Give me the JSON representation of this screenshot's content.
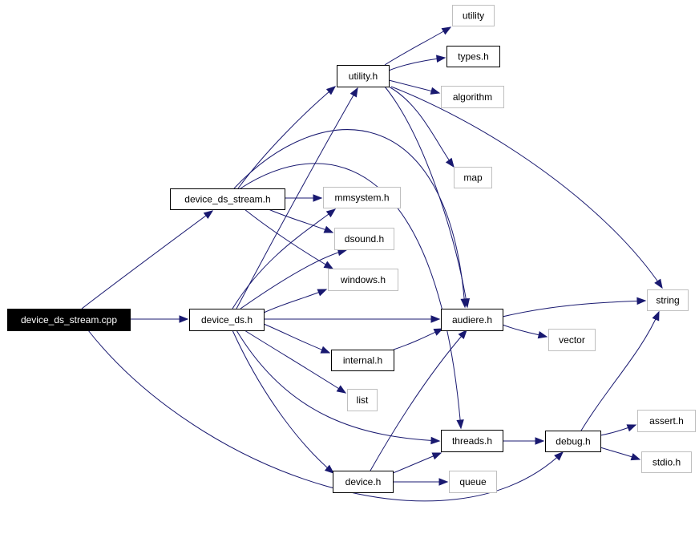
{
  "colors": {
    "edge": "#191970",
    "main_fill": "#000000",
    "main_text": "#ffffff",
    "local_border": "#000000",
    "system_border": "#bfbfbf"
  },
  "nodes": [
    {
      "id": "device_ds_stream_cpp",
      "label": "device_ds_stream.cpp",
      "kind": "main"
    },
    {
      "id": "device_ds_stream_h",
      "label": "device_ds_stream.h",
      "kind": "local"
    },
    {
      "id": "device_ds_h",
      "label": "device_ds.h",
      "kind": "local"
    },
    {
      "id": "utility_h",
      "label": "utility.h",
      "kind": "local"
    },
    {
      "id": "utility",
      "label": "utility",
      "kind": "system"
    },
    {
      "id": "types_h",
      "label": "types.h",
      "kind": "local"
    },
    {
      "id": "algorithm",
      "label": "algorithm",
      "kind": "system"
    },
    {
      "id": "map",
      "label": "map",
      "kind": "system"
    },
    {
      "id": "mmsystem_h",
      "label": "mmsystem.h",
      "kind": "system"
    },
    {
      "id": "dsound_h",
      "label": "dsound.h",
      "kind": "system"
    },
    {
      "id": "windows_h",
      "label": "windows.h",
      "kind": "system"
    },
    {
      "id": "audiere_h",
      "label": "audiere.h",
      "kind": "local"
    },
    {
      "id": "string",
      "label": "string",
      "kind": "system"
    },
    {
      "id": "vector",
      "label": "vector",
      "kind": "system"
    },
    {
      "id": "internal_h",
      "label": "internal.h",
      "kind": "local"
    },
    {
      "id": "list",
      "label": "list",
      "kind": "system"
    },
    {
      "id": "threads_h",
      "label": "threads.h",
      "kind": "local"
    },
    {
      "id": "debug_h",
      "label": "debug.h",
      "kind": "local"
    },
    {
      "id": "assert_h",
      "label": "assert.h",
      "kind": "system"
    },
    {
      "id": "stdio_h",
      "label": "stdio.h",
      "kind": "system"
    },
    {
      "id": "device_h",
      "label": "device.h",
      "kind": "local"
    },
    {
      "id": "queue",
      "label": "queue",
      "kind": "system"
    }
  ],
  "edges": [
    {
      "from": "device_ds_stream_cpp",
      "to": "device_ds_stream_h"
    },
    {
      "from": "device_ds_stream_cpp",
      "to": "device_ds_h"
    },
    {
      "from": "device_ds_stream_cpp",
      "to": "debug_h"
    },
    {
      "from": "device_ds_stream_h",
      "to": "utility_h"
    },
    {
      "from": "device_ds_stream_h",
      "to": "mmsystem_h"
    },
    {
      "from": "device_ds_stream_h",
      "to": "dsound_h"
    },
    {
      "from": "device_ds_stream_h",
      "to": "windows_h"
    },
    {
      "from": "device_ds_stream_h",
      "to": "audiere_h"
    },
    {
      "from": "device_ds_stream_h",
      "to": "threads_h"
    },
    {
      "from": "utility_h",
      "to": "utility"
    },
    {
      "from": "utility_h",
      "to": "types_h"
    },
    {
      "from": "utility_h",
      "to": "algorithm"
    },
    {
      "from": "utility_h",
      "to": "map"
    },
    {
      "from": "utility_h",
      "to": "string"
    },
    {
      "from": "utility_h",
      "to": "audiere_h"
    },
    {
      "from": "device_ds_h",
      "to": "utility_h"
    },
    {
      "from": "device_ds_h",
      "to": "mmsystem_h"
    },
    {
      "from": "device_ds_h",
      "to": "dsound_h"
    },
    {
      "from": "device_ds_h",
      "to": "windows_h"
    },
    {
      "from": "device_ds_h",
      "to": "audiere_h"
    },
    {
      "from": "device_ds_h",
      "to": "internal_h"
    },
    {
      "from": "device_ds_h",
      "to": "list"
    },
    {
      "from": "device_ds_h",
      "to": "threads_h"
    },
    {
      "from": "device_ds_h",
      "to": "device_h"
    },
    {
      "from": "audiere_h",
      "to": "string"
    },
    {
      "from": "audiere_h",
      "to": "vector"
    },
    {
      "from": "internal_h",
      "to": "audiere_h"
    },
    {
      "from": "threads_h",
      "to": "debug_h"
    },
    {
      "from": "debug_h",
      "to": "string"
    },
    {
      "from": "debug_h",
      "to": "assert_h"
    },
    {
      "from": "debug_h",
      "to": "stdio_h"
    },
    {
      "from": "device_h",
      "to": "audiere_h"
    },
    {
      "from": "device_h",
      "to": "threads_h"
    },
    {
      "from": "device_h",
      "to": "queue"
    }
  ]
}
